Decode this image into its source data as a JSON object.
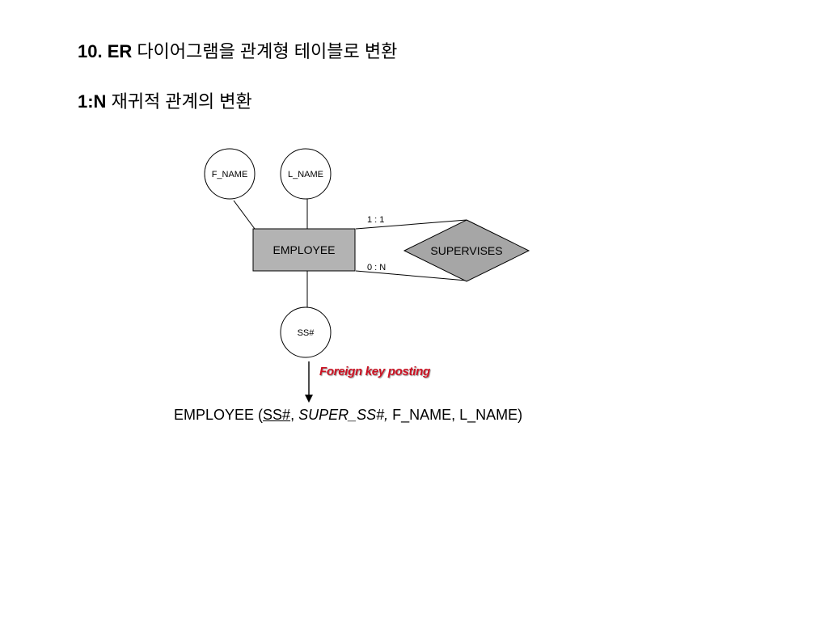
{
  "title": {
    "prefix": "10. ER",
    "text": " 다이어그램을 관계형 테이블로 변환"
  },
  "subtitle": {
    "prefix": "1:N",
    "text": " 재귀적 관계의  변환"
  },
  "diagram": {
    "entity": "EMPLOYEE",
    "relationship": "SUPERVISES",
    "attributes": [
      "F_NAME",
      "L_NAME",
      "SS#"
    ],
    "cardinality_top": "1 : 1",
    "cardinality_bottom": "0 : N",
    "annotation": "Foreign key posting"
  },
  "schema": {
    "table": "EMPLOYEE (",
    "primary_key": "SS#",
    "sep1": ", ",
    "foreign_key": "SUPER_SS#,",
    "rest": " F_NAME, L_NAME)"
  },
  "colors": {
    "entity_fill": "#b3b3b3",
    "relationship_fill": "#a6a6a6",
    "annotation": "#cc1122"
  }
}
